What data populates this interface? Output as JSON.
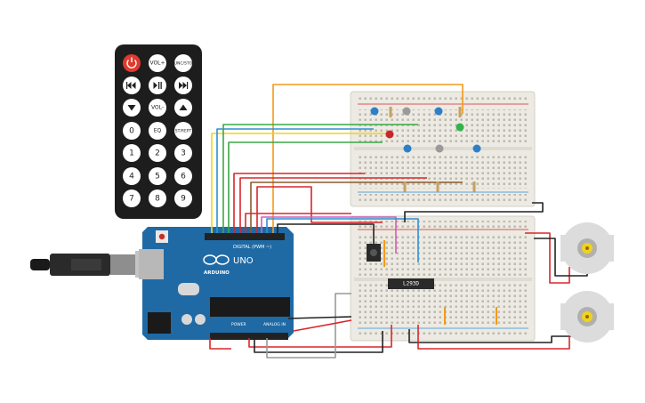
{
  "remote": {
    "power_icon": "power-icon",
    "vol_up": "VOL+",
    "func_stop": "FUNC/STOP",
    "vol_down": "VOL-",
    "eq": "EQ",
    "st_rept": "ST/REPT",
    "digits": [
      "0",
      "1",
      "2",
      "3",
      "4",
      "5",
      "6",
      "7",
      "8",
      "9"
    ]
  },
  "arduino": {
    "brand": "ARDUINO",
    "model": "UNO",
    "digital_label": "DIGITAL (PWM ~)",
    "power_label": "POWER",
    "analog_label": "ANALOG IN"
  },
  "driver_ic": {
    "label": "L293D"
  },
  "colors": {
    "board_teal": "#1f6aa5",
    "breadboard": "#eceae2",
    "wire_red": "#d9262c",
    "wire_black": "#222222",
    "wire_orange": "#f29a1c",
    "wire_yellow": "#f2d21e",
    "wire_green": "#3aa845",
    "wire_blue": "#2f8fd4",
    "wire_pink": "#d45cb5",
    "wire_gray": "#999999",
    "wire_brown": "#8a5a2b"
  }
}
